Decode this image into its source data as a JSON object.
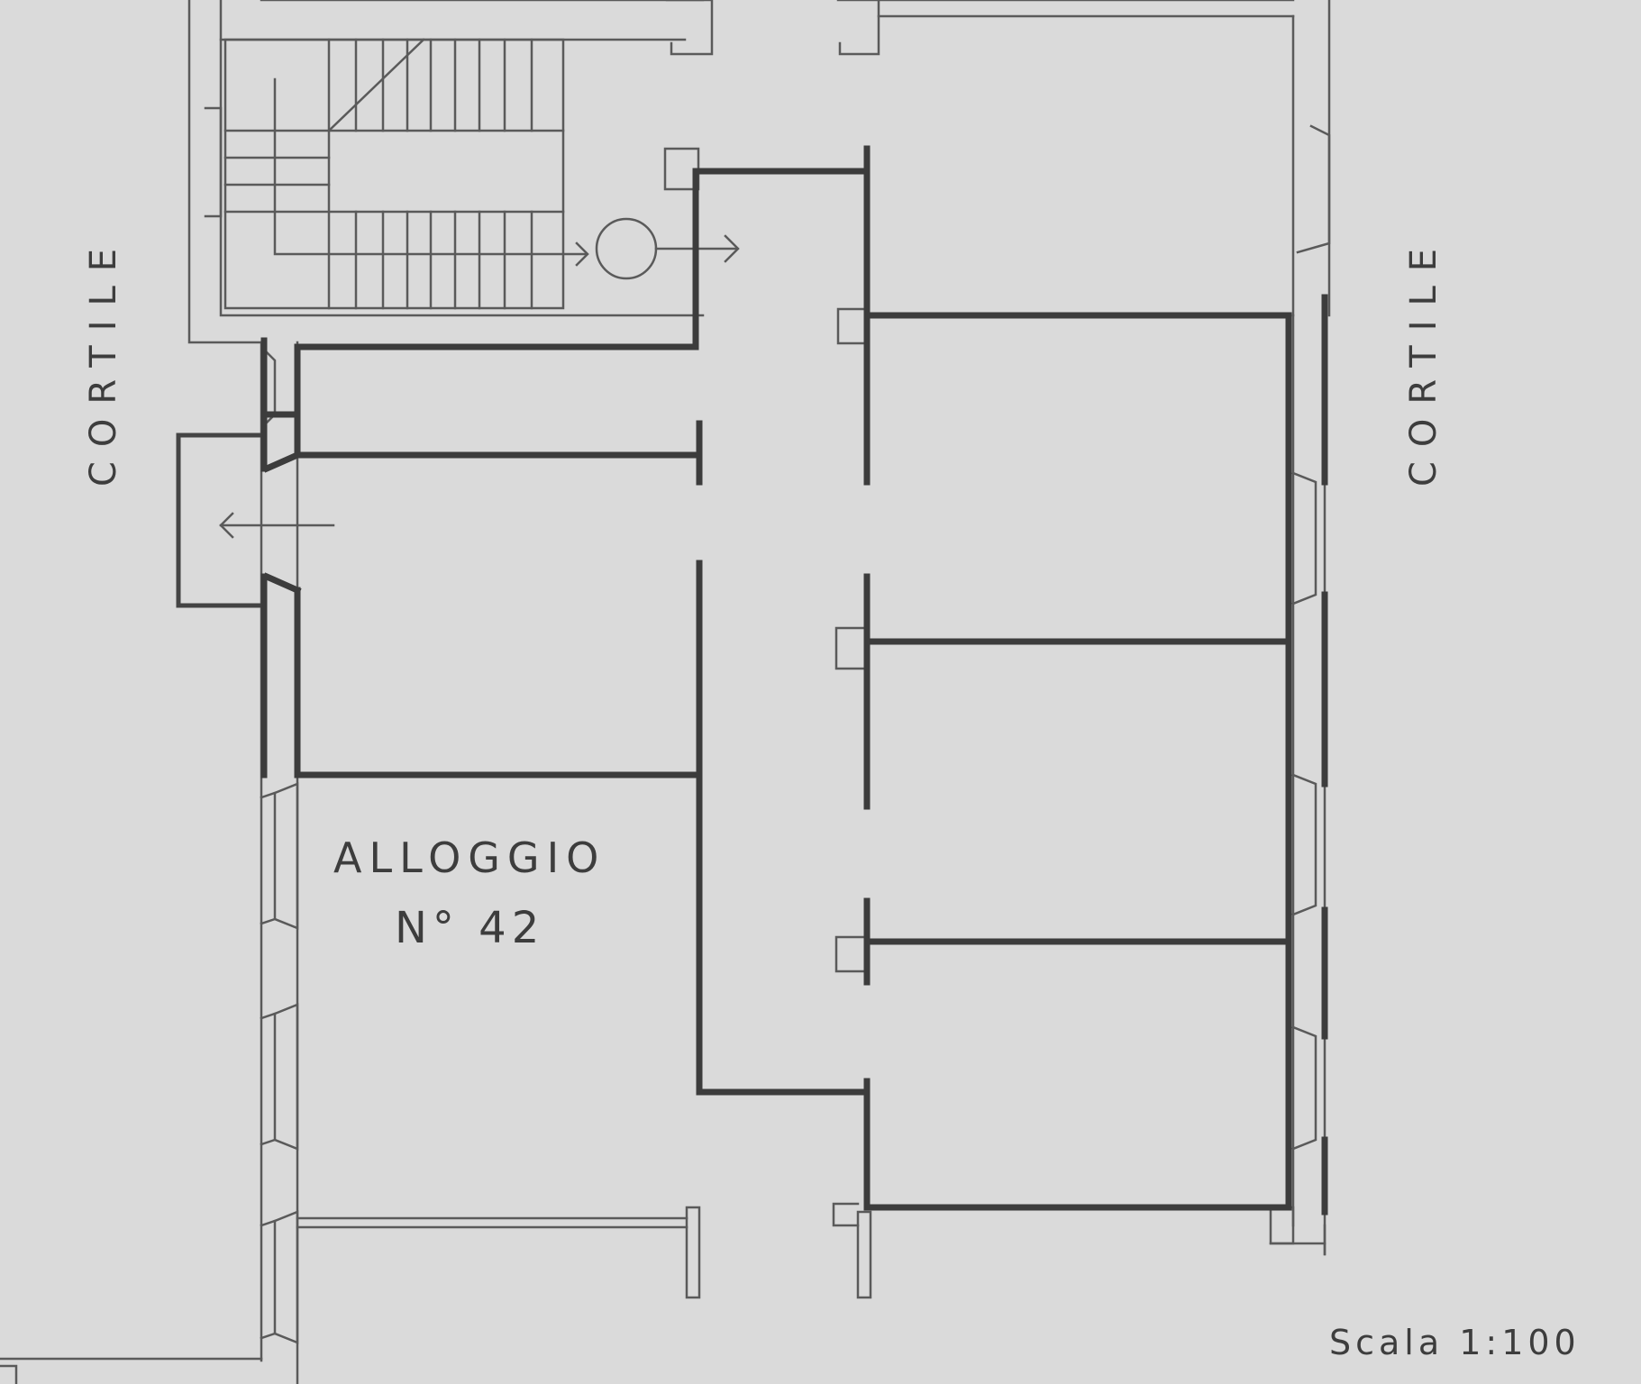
{
  "labels": {
    "courtyard_left": "CORTILE",
    "courtyard_right": "CORTILE",
    "unit_name": "ALLOGGIO",
    "unit_number": "N° 42",
    "scale": "Scala 1:100"
  },
  "colors": {
    "paper": "#dadada",
    "thin_line": "#5a5a5a",
    "thick_wall": "#3c3c3c",
    "text": "#3d3d3d"
  }
}
